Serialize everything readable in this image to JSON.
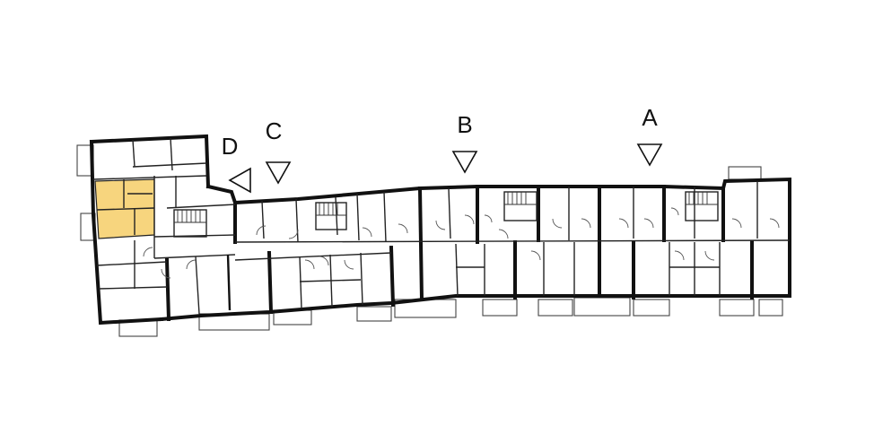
{
  "entrances": [
    {
      "id": "A",
      "label": "A",
      "marker": "triangle-down"
    },
    {
      "id": "B",
      "label": "B",
      "marker": "triangle-down"
    },
    {
      "id": "C",
      "label": "C",
      "marker": "triangle-down"
    },
    {
      "id": "D",
      "label": "D",
      "marker": "triangle-left"
    }
  ],
  "highlighted_apartment": {
    "color": "#f7d57e",
    "state": "selected"
  },
  "colors": {
    "walls": "#111111",
    "background": "#ffffff",
    "highlight": "#f7d57e"
  }
}
